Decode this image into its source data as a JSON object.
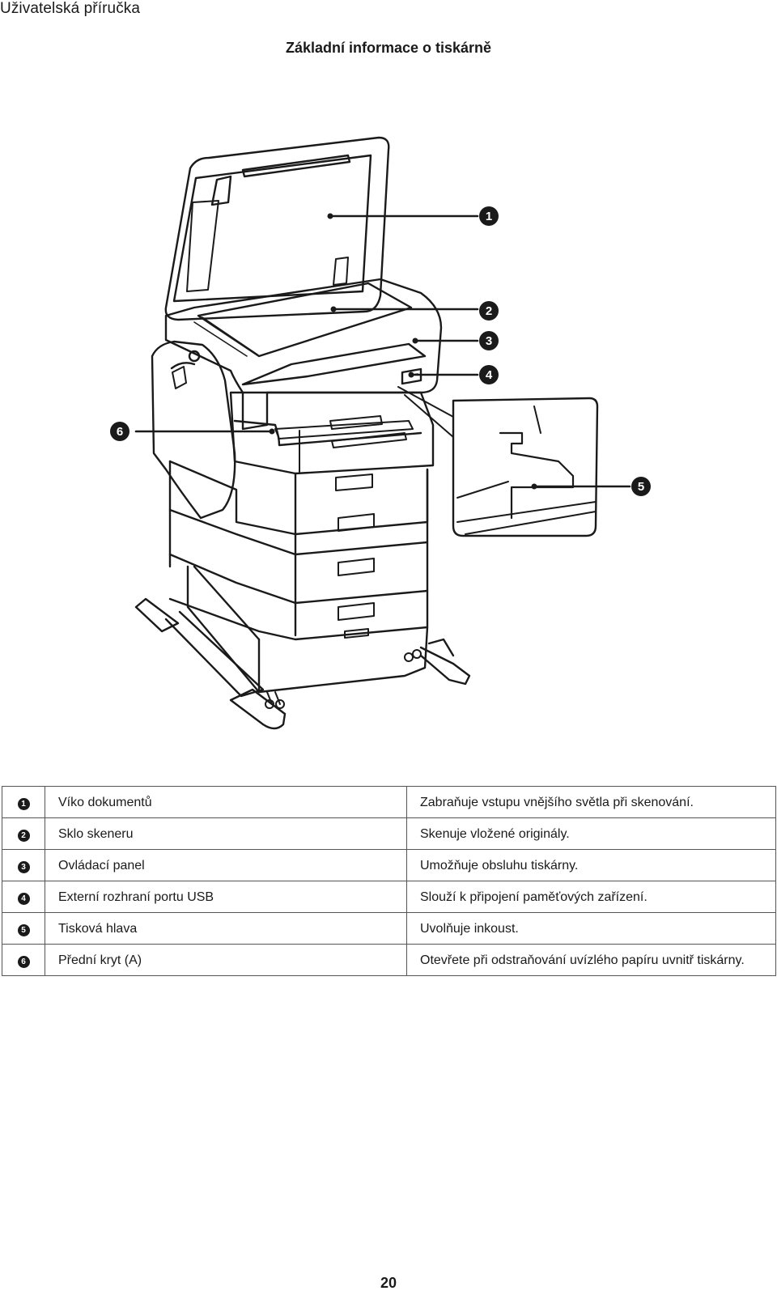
{
  "header": {
    "running_title": "Uživatelská příručka"
  },
  "section": {
    "title": "Základní informace o tiskárně"
  },
  "figure": {
    "callouts": [
      "1",
      "2",
      "3",
      "4",
      "5",
      "6"
    ]
  },
  "parts": [
    {
      "num": "1",
      "name": "Víko dokumentů",
      "desc": "Zabraňuje vstupu vnějšího světla při skenování."
    },
    {
      "num": "2",
      "name": "Sklo skeneru",
      "desc": "Skenuje vložené originály."
    },
    {
      "num": "3",
      "name": "Ovládací panel",
      "desc": "Umožňuje obsluhu tiskárny."
    },
    {
      "num": "4",
      "name": "Externí rozhraní portu USB",
      "desc": "Slouží k připojení paměťových zařízení."
    },
    {
      "num": "5",
      "name": "Tisková hlava",
      "desc": "Uvolňuje inkoust."
    },
    {
      "num": "6",
      "name": "Přední kryt (A)",
      "desc": "Otevřete při odstraňování uvízlého papíru uvnitř tiskárny."
    }
  ],
  "footer": {
    "page_number": "20"
  }
}
